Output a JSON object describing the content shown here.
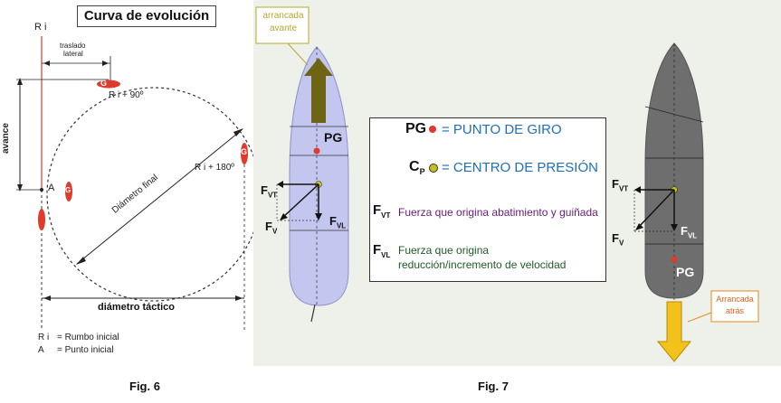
{
  "fig6": {
    "title": "Curva de evolución",
    "ri": "R i",
    "traslado_lateral_1": "traslado",
    "traslado_lateral_2": "lateral",
    "g_label": "G",
    "ri_90": "R i + 90º",
    "ri_180": "R i + 180º",
    "avance": "avance",
    "diametro_final": "Diámetro final",
    "a_label": "A",
    "diametro_tactico": "diámetro táctico",
    "legend_ri_key": "R i",
    "legend_ri_val": "= Rumbo inicial",
    "legend_a_key": "A",
    "legend_a_val": "= Punto inicial",
    "caption": "Fig. 6"
  },
  "fig7": {
    "arrancada_avante_1": "arrancada",
    "arrancada_avante_2": "avante",
    "arrancada_atras_1": "Arrancada",
    "arrancada_atras_2": "atrás",
    "pg": "PG",
    "fvt": "F",
    "fvt_sub": "VT",
    "fv": "F",
    "fv_sub": "V",
    "fvl": "F",
    "fvl_sub": "VL",
    "caption": "Fig. 7",
    "legend": {
      "pg_key": "PG",
      "pg_val": "=  PUNTO DE GIRO",
      "cp_key": "C",
      "cp_sub": "P",
      "cp_val": "=  CENTRO DE PRESIÓN",
      "fvt_key": "F",
      "fvt_sub": "VT",
      "fvt_val": "Fuerza que origina abatimiento y guiñada",
      "fvl_key": "F",
      "fvl_sub": "VL",
      "fvl_val_1": "Fuerza que origina",
      "fvl_val_2": "reducción/incremento de velocidad"
    }
  },
  "colors": {
    "hull_left": "#c3c6ef",
    "hull_right": "#6e6e6e",
    "red": "#e03a2c",
    "olive": "#6e6514",
    "yellow": "#f2c21a"
  }
}
